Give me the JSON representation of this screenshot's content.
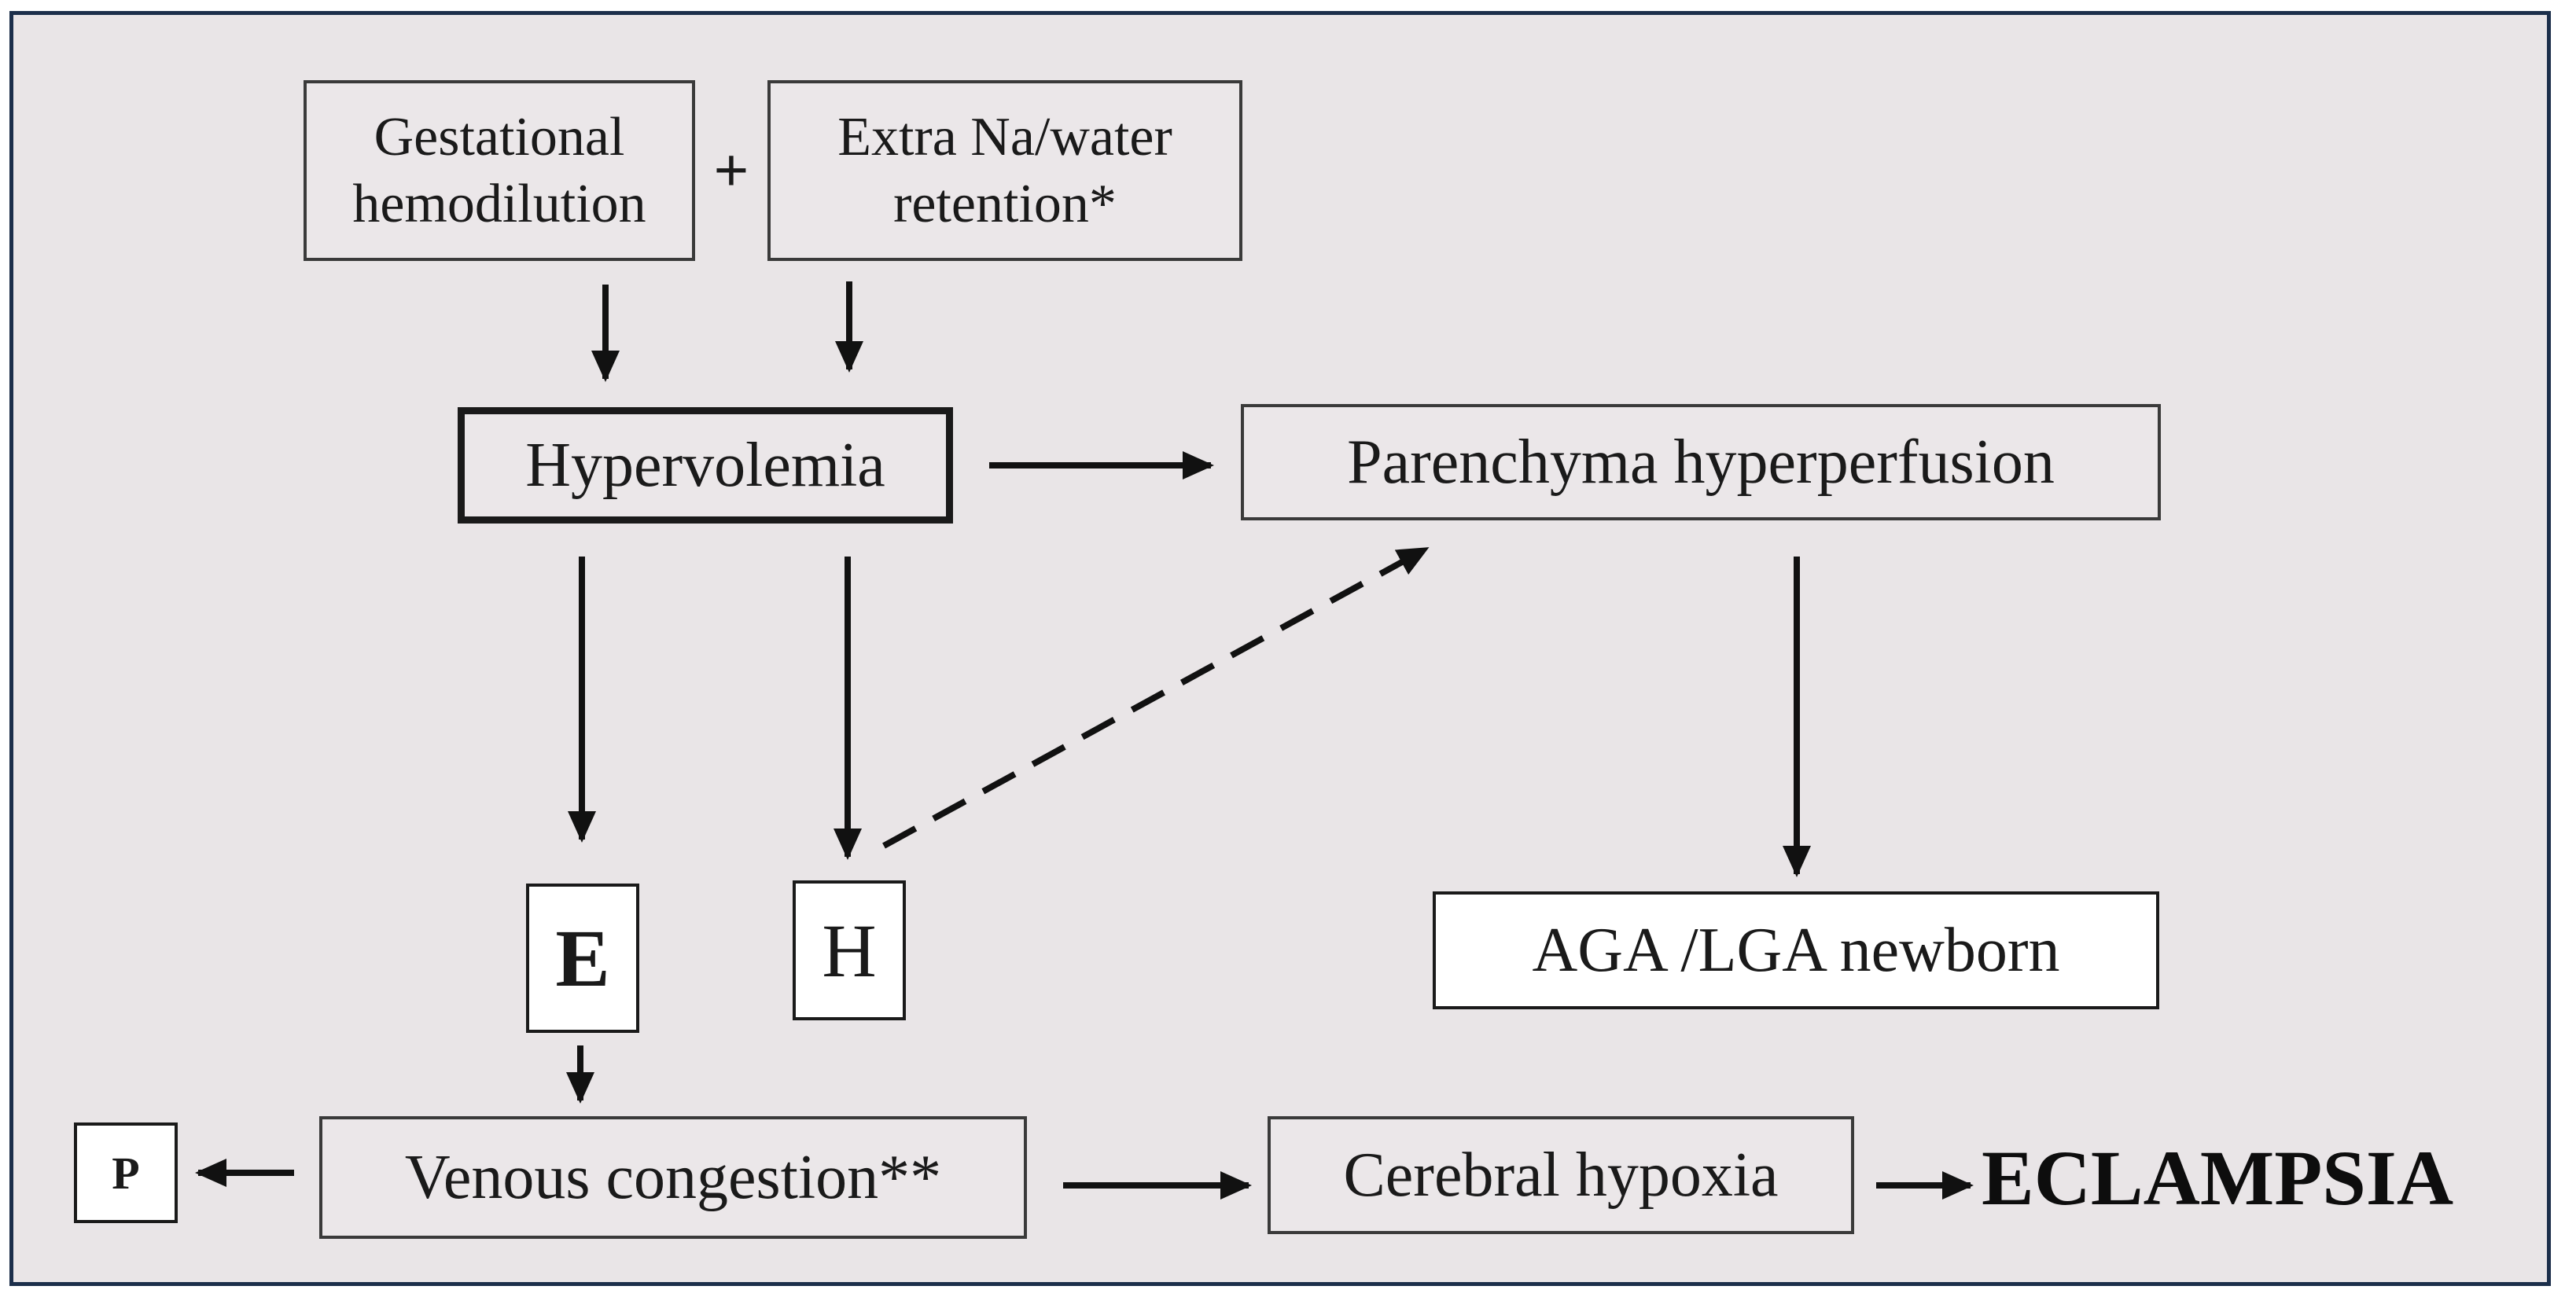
{
  "nodes": {
    "gestational": {
      "line1": "Gestational",
      "line2": "hemodilution"
    },
    "plus": "+",
    "extra_na": {
      "line1": "Extra Na/water",
      "line2": "retention*"
    },
    "hypervolemia": "Hypervolemia",
    "parenchyma": "Parenchyma hyperperfusion",
    "e": "E",
    "h": "H",
    "aga": "AGA /LGA newborn",
    "p": "P",
    "venous": "Venous congestion**",
    "cerebral": "Cerebral hypoxia",
    "eclampsia": "ECLAMPSIA"
  }
}
